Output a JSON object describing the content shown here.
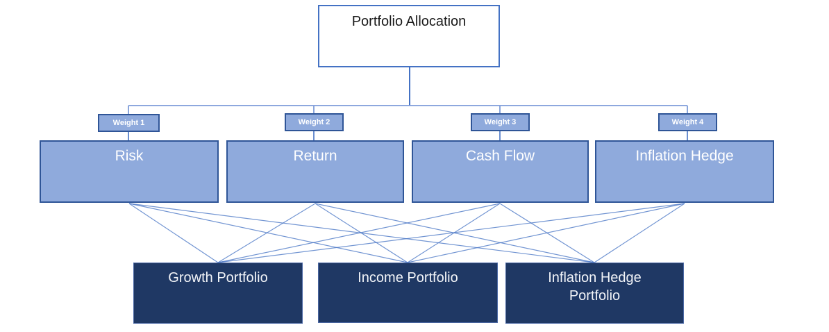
{
  "diagram": {
    "title": "Portfolio Allocation hierarchy",
    "root": {
      "label": "Portfolio Allocation"
    },
    "weights": [
      {
        "label": "Weight 1"
      },
      {
        "label": "Weight 2"
      },
      {
        "label": "Weight 3"
      },
      {
        "label": "Weight 4"
      }
    ],
    "criteria": [
      {
        "label": "Risk"
      },
      {
        "label": "Return"
      },
      {
        "label": "Cash Flow"
      },
      {
        "label": "Inflation Hedge"
      }
    ],
    "portfolios": [
      {
        "label": "Growth Portfolio"
      },
      {
        "label": "Income Portfolio"
      },
      {
        "label": "Inflation Hedge Portfolio"
      }
    ],
    "edges": {
      "root_to_weights": "Portfolio Allocation connects to Weight 1-4",
      "weights_to_criteria": "Each weight connects to its criterion box",
      "criteria_to_portfolios": "Every criterion connects to every portfolio (12 lines)"
    },
    "colors": {
      "light_box_fill": "#8FAADC",
      "light_box_border": "#2F5597",
      "dark_box_fill": "#1F3864",
      "dark_box_border": "#4C69A5",
      "root_fill": "#FFFFFF",
      "root_border": "#4472C4",
      "connector": "#4472C4",
      "text_on_blue": "#FFFFFF",
      "text_on_white": "#1A1A1A"
    }
  }
}
